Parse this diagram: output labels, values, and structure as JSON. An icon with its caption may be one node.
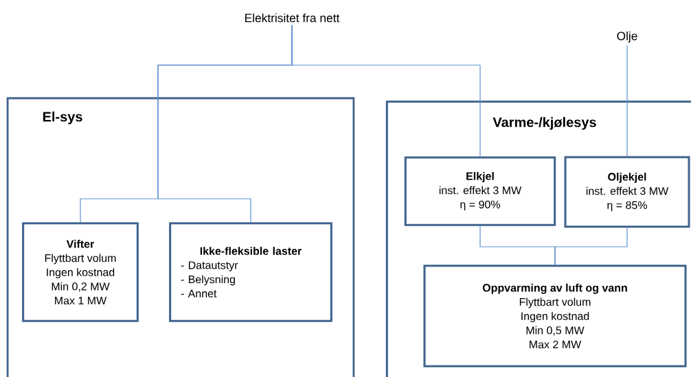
{
  "diagram": {
    "nodes": [
      {
        "text": [
          "Elektrisitet fra nett"
        ]
      },
      {
        "text": [
          "Olje"
        ]
      },
      {
        "text": [
          "El-sys"
        ]
      },
      {
        "text": [
          "Varme-/kjølesys"
        ]
      },
      {
        "text": [
          "Vifter",
          "Flyttbart volum",
          "Ingen kostnad",
          "Min 0,2 MW",
          "Max 1 MW"
        ],
        "in": 2
      },
      {
        "text": [
          "Ikke-fleksible laster",
          "- Datautstyr",
          "- Belysning",
          "- Annet"
        ],
        "in": 2
      },
      {
        "text": [
          "Elkjel",
          "inst. effekt 3 MW",
          "η = 90%"
        ],
        "in": 3
      },
      {
        "text": [
          "Oljekjel",
          "inst. effekt 3 MW",
          "η = 85%"
        ],
        "in": 3
      },
      {
        "text": [
          "Oppvarming av luft og vann",
          "Flyttbart volum",
          "Ingen kostnad",
          "Min 0,5 MW",
          "Max 2 MW"
        ],
        "in": 3
      }
    ],
    "edges": [
      {
        "from": 0,
        "to": 4,
        "arrow": "none"
      },
      {
        "from": 0,
        "to": 5,
        "arrow": "none"
      },
      {
        "from": 0,
        "to": 6,
        "arrow": "none"
      },
      {
        "from": 1,
        "to": 7,
        "arrow": "none"
      },
      {
        "from": 6,
        "to": 8,
        "arrow": "none"
      },
      {
        "from": 7,
        "to": 8,
        "arrow": "none"
      }
    ]
  }
}
